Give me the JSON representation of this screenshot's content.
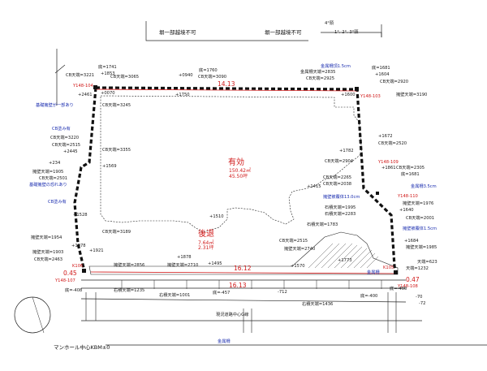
{
  "top_notes": {
    "left_note": "塀一部越境不可",
    "right_note": "塀一部越境不可",
    "corner_a": "4°頭",
    "corner_b": "1°. 2°. 3°頭"
  },
  "regions": {
    "effective_label": "有効",
    "effective_area_1": "150.42㎡",
    "effective_area_2": "45.50坪",
    "setback_label": "後退",
    "setback_area_1": "7.64㎡",
    "setback_area_2": "2.31坪"
  },
  "distances": {
    "top_edge": "14.13",
    "bottom_edge_inner": "16.12",
    "bottom_edge_outer": "16.13",
    "left_gap": "0.45",
    "right_gap": "0.47"
  },
  "points": {
    "y148_104": "Y148-104",
    "y148_103": "Y148-103",
    "y148_109": "Y148-109",
    "y148_110": "Y148-110",
    "y148_107": "Y148-107",
    "y148_108": "Y148-108",
    "k106": "K106",
    "k105": "K105"
  },
  "blue_notes": {
    "metal_fence": "金属柵頂1.5cm",
    "foundation_left": "基礎擁壁が一部あり",
    "foundation_left2": "基礎擁壁の恐れあり",
    "cb_fence_1": "CB塗み有",
    "cb_fence_2": "CB塗み有",
    "crack_right": "擁壁被覆体13.0cm",
    "metal_right": "金属柵3.5cm",
    "crack_right2": "擁壁被覆体1.5cm",
    "metal_bottom": "金属柵"
  },
  "labels": {
    "l1": "底=1741",
    "l2": "CB天端=3221",
    "l3": "+1853",
    "l4": "CB天端=3065",
    "l5": "+2461",
    "l6": "+0070",
    "l7": "CB天端=3245",
    "l8": "底=1760",
    "l9": "+0940",
    "l10": "CB天端=3090",
    "l11": "+1750",
    "l12": "金属柵天端=2835",
    "l13": "CB天端=2925",
    "l14": "底=1681",
    "l15": "+1604",
    "l16": "CB天端=2920",
    "l17": "擁壁天端=3190",
    "l18": "+1600",
    "l19": "CB天端=3220",
    "l20": "CB天端=2515",
    "l21": "+2445",
    "l22": "CB天端=3355",
    "l23": "+234",
    "l24": "+1569",
    "l25": "擁壁天端=1905",
    "l26": "CB天端=2501",
    "l27": "CB天端=2904",
    "l28": "CB天端=2265",
    "l29": "CB天端=2038",
    "l30": "+1782",
    "l31": "+1672",
    "l32": "CB天端=2520",
    "l33": "+1861",
    "l34": "CB天端=2305",
    "l35": "底=1681",
    "l36": "+1415",
    "l37": "石積天端=1995",
    "l38": "石積天端=2283",
    "l39": "擁壁天端=1976",
    "l40": "+1640",
    "l41": "CB天端=2001",
    "l42": "石積天端=1783",
    "l43": "+1510",
    "l44": "+1528",
    "l45": "+1684",
    "l46": "擁壁天端=1985",
    "l47": "擁壁天端=1954",
    "l48": "+1078",
    "l49": "擁壁天端=1903",
    "l50": "CB天端=2463",
    "l51": "CB天端=3189",
    "l52": "+1921",
    "l53": "CB天端=2515",
    "l54": "擁壁天端=2740",
    "l55": "+1773",
    "l56": "天端=623",
    "l57": "+1878",
    "l58": "擁壁天端=2856",
    "l59": "擁壁天端=2710",
    "l60": "+1495",
    "l61": "+1570",
    "l62": "天端=1232",
    "l63": "底=-408",
    "l64": "右積天端=1235",
    "l65": "底=-457",
    "l66": "右積天端=1001",
    "l67": "-712",
    "l68": "底=-400",
    "l69": "右積天端=1436",
    "l70": "-70",
    "l71": "-72",
    "l72": "現況道路中心G線",
    "l73": "金属柵",
    "l74": "マンホール中心KBM±0",
    "l75": "底=-400"
  }
}
